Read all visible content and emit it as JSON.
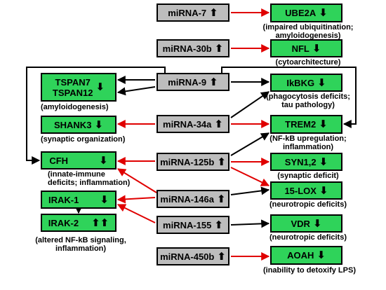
{
  "colors": {
    "mirna_fill": "#bdbdbd",
    "target_fill": "#2fd35a",
    "red_arrow": "#e00000",
    "black_arrow": "#000000"
  },
  "arrow_glyphs": {
    "up": "⬆",
    "down": "⬇",
    "double_up": "⬆⬆"
  },
  "mirnas": {
    "mir7": {
      "label": "miRNA-7",
      "dir": "up"
    },
    "mir30b": {
      "label": "miRNA-30b",
      "dir": "up"
    },
    "mir9": {
      "label": "miRNA-9",
      "dir": "up"
    },
    "mir34a": {
      "label": "miRNA-34a",
      "dir": "up"
    },
    "mir125b": {
      "label": "miRNA-125b",
      "dir": "up"
    },
    "mir146a": {
      "label": "miRNA-146a",
      "dir": "up"
    },
    "mir155": {
      "label": "miRNA-155",
      "dir": "up"
    },
    "mir450b": {
      "label": "miRNA-450b",
      "dir": "up"
    }
  },
  "targets": {
    "ube2a": {
      "label": "UBE2A",
      "dir": "down",
      "caption": [
        "(impaired ubiquitination;",
        "amyloidogenesis)"
      ]
    },
    "nfl": {
      "label": "NFL",
      "dir": "down",
      "caption": [
        "(cytoarchitecture)"
      ]
    },
    "ikbkg": {
      "label": "IkBKG",
      "dir": "down",
      "caption": [
        "(phagocytosis deficits;",
        "tau pathology)"
      ]
    },
    "trem2": {
      "label": "TREM2",
      "dir": "down",
      "caption": [
        "(NF-kB upregulation;",
        "inflammation)"
      ]
    },
    "syn12": {
      "label": "SYN1,2",
      "dir": "down",
      "caption": [
        "(synaptic deficit)"
      ]
    },
    "lox15": {
      "label": "15-LOX",
      "dir": "down",
      "caption": [
        "(neurotropic deficits)"
      ]
    },
    "vdr": {
      "label": "VDR",
      "dir": "down",
      "caption": [
        "(neurotropic deficits)"
      ]
    },
    "aoah": {
      "label": "AOAH",
      "dir": "down",
      "caption": [
        "(inability to detoxify LPS)"
      ]
    },
    "tspan": {
      "labels": [
        "TSPAN7",
        "TSPAN12"
      ],
      "dir": "down",
      "caption": [
        "(amyloidogenesis)"
      ]
    },
    "shank3": {
      "label": "SHANK3",
      "dir": "down",
      "caption": [
        "(synaptic organization)"
      ]
    },
    "cfh": {
      "label": "CFH",
      "dir": "down",
      "caption": [
        "(innate-immune",
        "deficits; inflammation)"
      ]
    },
    "irak1": {
      "label": "IRAK-1",
      "dir": "down"
    },
    "irak2": {
      "label": "IRAK-2",
      "dir": "double_up",
      "caption": [
        "(altered NF-kB signaling,",
        "inflammation)"
      ]
    }
  },
  "edges": [
    {
      "from": "mir7",
      "to": "ube2a",
      "color": "red"
    },
    {
      "from": "mir30b",
      "to": "nfl",
      "color": "red"
    },
    {
      "from": "mir9",
      "to": "ikbkg",
      "color": "black"
    },
    {
      "from": "mir9",
      "to": "tspan",
      "color": "black"
    },
    {
      "from": "mir9",
      "to": "cfh",
      "color": "black"
    },
    {
      "from": "mir9",
      "to": "trem2",
      "color": "black"
    },
    {
      "from": "mir34a",
      "to": "shank3",
      "color": "red"
    },
    {
      "from": "mir34a",
      "to": "trem2",
      "color": "red"
    },
    {
      "from": "mir34a",
      "to": "ikbkg",
      "color": "black"
    },
    {
      "from": "mir125b",
      "to": "cfh",
      "color": "red"
    },
    {
      "from": "mir125b",
      "to": "trem2",
      "color": "black"
    },
    {
      "from": "mir125b",
      "to": "syn12",
      "color": "red"
    },
    {
      "from": "mir125b",
      "to": "lox15",
      "color": "red"
    },
    {
      "from": "mir146a",
      "to": "cfh",
      "color": "red"
    },
    {
      "from": "mir146a",
      "to": "irak1",
      "color": "red"
    },
    {
      "from": "mir146a",
      "to": "lox15",
      "color": "black"
    },
    {
      "from": "mir155",
      "to": "irak1",
      "color": "red"
    },
    {
      "from": "mir155",
      "to": "vdr",
      "color": "black"
    },
    {
      "from": "mir450b",
      "to": "aoah",
      "color": "red"
    },
    {
      "from": "irak1",
      "to": "irak2",
      "color": "black"
    }
  ]
}
